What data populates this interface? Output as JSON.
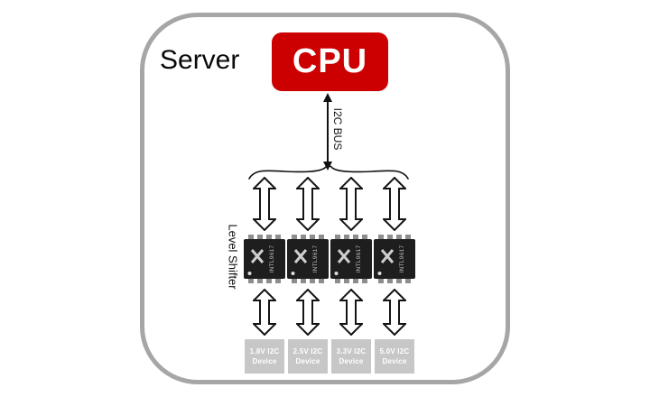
{
  "diagram": {
    "server_label": "Server",
    "cpu_label": "CPU",
    "bus_label": "I2C BUS",
    "level_shifter_label": "Level Shifter",
    "chip_label": "INTL9617",
    "channels": [
      {
        "voltage": "1.8V",
        "device_line1": "1.8V I2C",
        "device_line2": "Device"
      },
      {
        "voltage": "2.5V",
        "device_line1": "2.5V I2C",
        "device_line2": "Device"
      },
      {
        "voltage": "3.3V",
        "device_line1": "3.3V I2C",
        "device_line2": "Device"
      },
      {
        "voltage": "5.0V",
        "device_line1": "5.0V I2C",
        "device_line2": "Device"
      }
    ],
    "colors": {
      "cpu_red": "#cc0000",
      "frame_gray": "#a6a6a6",
      "device_gray": "#c7c7c7",
      "chip_body": "#1e1e1e"
    }
  }
}
